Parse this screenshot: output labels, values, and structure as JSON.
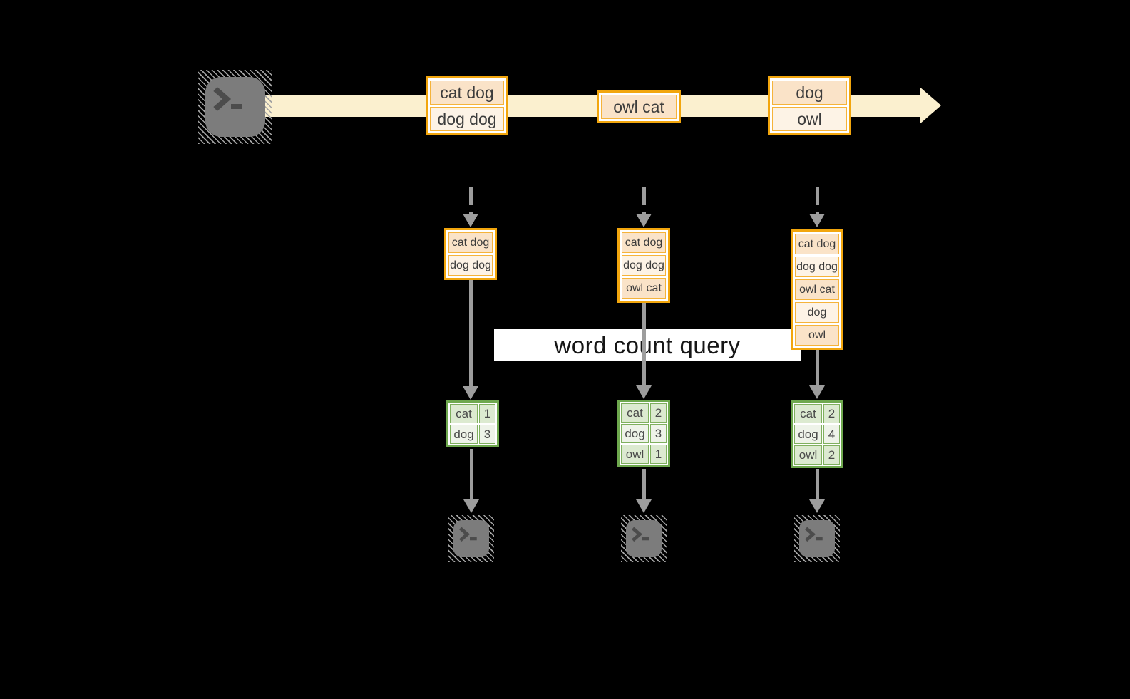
{
  "query_label": "word count query",
  "stream": {
    "batches": [
      {
        "rows": [
          "cat dog",
          "dog dog"
        ]
      },
      {
        "rows": [
          "owl cat"
        ]
      },
      {
        "rows": [
          "dog",
          "owl"
        ]
      }
    ]
  },
  "columns": [
    {
      "state_rows": [
        "cat dog",
        "dog dog"
      ],
      "counts": [
        {
          "word": "cat",
          "count": "1"
        },
        {
          "word": "dog",
          "count": "3"
        }
      ]
    },
    {
      "state_rows": [
        "cat dog",
        "dog dog",
        "owl cat"
      ],
      "counts": [
        {
          "word": "cat",
          "count": "2"
        },
        {
          "word": "dog",
          "count": "3"
        },
        {
          "word": "owl",
          "count": "1"
        }
      ]
    },
    {
      "state_rows": [
        "cat dog",
        "dog dog",
        "owl cat",
        "dog",
        "owl"
      ],
      "counts": [
        {
          "word": "cat",
          "count": "2"
        },
        {
          "word": "dog",
          "count": "4"
        },
        {
          "word": "owl",
          "count": "2"
        }
      ]
    }
  ],
  "icons": {
    "source": "terminal-icon",
    "sinks": [
      "terminal-icon",
      "terminal-icon",
      "terminal-icon"
    ]
  },
  "colors": {
    "background": "#000000",
    "stream_band": "#fbf0cf",
    "record_border": "#f2a60d",
    "record_fill_dark": "#fae3c8",
    "record_fill_light": "#fdf3e6",
    "table_border": "#6ea84e",
    "table_fill_dark": "#dcead0",
    "table_fill_light": "#eef3e9",
    "arrow": "#9d9d9d",
    "terminal": "#7c7c7c",
    "label_bg": "#ffffff"
  }
}
